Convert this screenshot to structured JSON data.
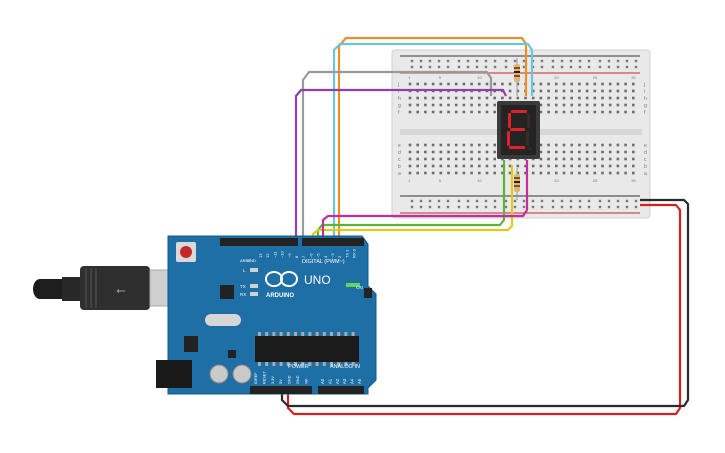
{
  "board": {
    "brand": "ARDUINO",
    "model": "UNO",
    "on_label": "ON",
    "digital_header": "DIGITAL (PWM~)",
    "power_label": "POWER",
    "analog_label": "ANALOG IN",
    "aref": "AREF",
    "gnd": "GND",
    "tx": "TX",
    "rx": "RX",
    "l_led": "L",
    "digital_pins": [
      "13",
      "12",
      "~11",
      "~10",
      "~9",
      "8",
      "7",
      "~6",
      "~5",
      "4",
      "~3",
      "2",
      "TX 1",
      "RX 0"
    ],
    "power_pins": [
      "IOREF",
      "RESET",
      "3.3V",
      "5V",
      "GND",
      "GND",
      "Vin"
    ],
    "analog_pins": [
      "A0",
      "A1",
      "A2",
      "A3",
      "A4",
      "A5"
    ]
  },
  "display": {
    "digit": "E",
    "segment_color": "#e0202a"
  },
  "breadboard": {
    "row_letters_top": [
      "j",
      "i",
      "h",
      "g",
      "f"
    ],
    "row_letters_bottom": [
      "e",
      "d",
      "c",
      "b",
      "a"
    ],
    "col_numbers": [
      "1",
      "",
      "",
      "",
      "5",
      "",
      "",
      "",
      "",
      "10",
      "",
      "",
      "",
      "",
      "15",
      "",
      "",
      "",
      "",
      "20",
      "",
      "",
      "",
      "",
      "25",
      "",
      "",
      "",
      "",
      "30"
    ]
  },
  "wire_colors": {
    "orange": "#e8902a",
    "cyan": "#6cc5df",
    "gray": "#9a9a9a",
    "purple": "#8e3fb0",
    "green": "#5db33a",
    "yellow": "#e3c81a",
    "magenta": "#c12f9a",
    "red": "#d42020",
    "black": "#2a2a2a"
  }
}
